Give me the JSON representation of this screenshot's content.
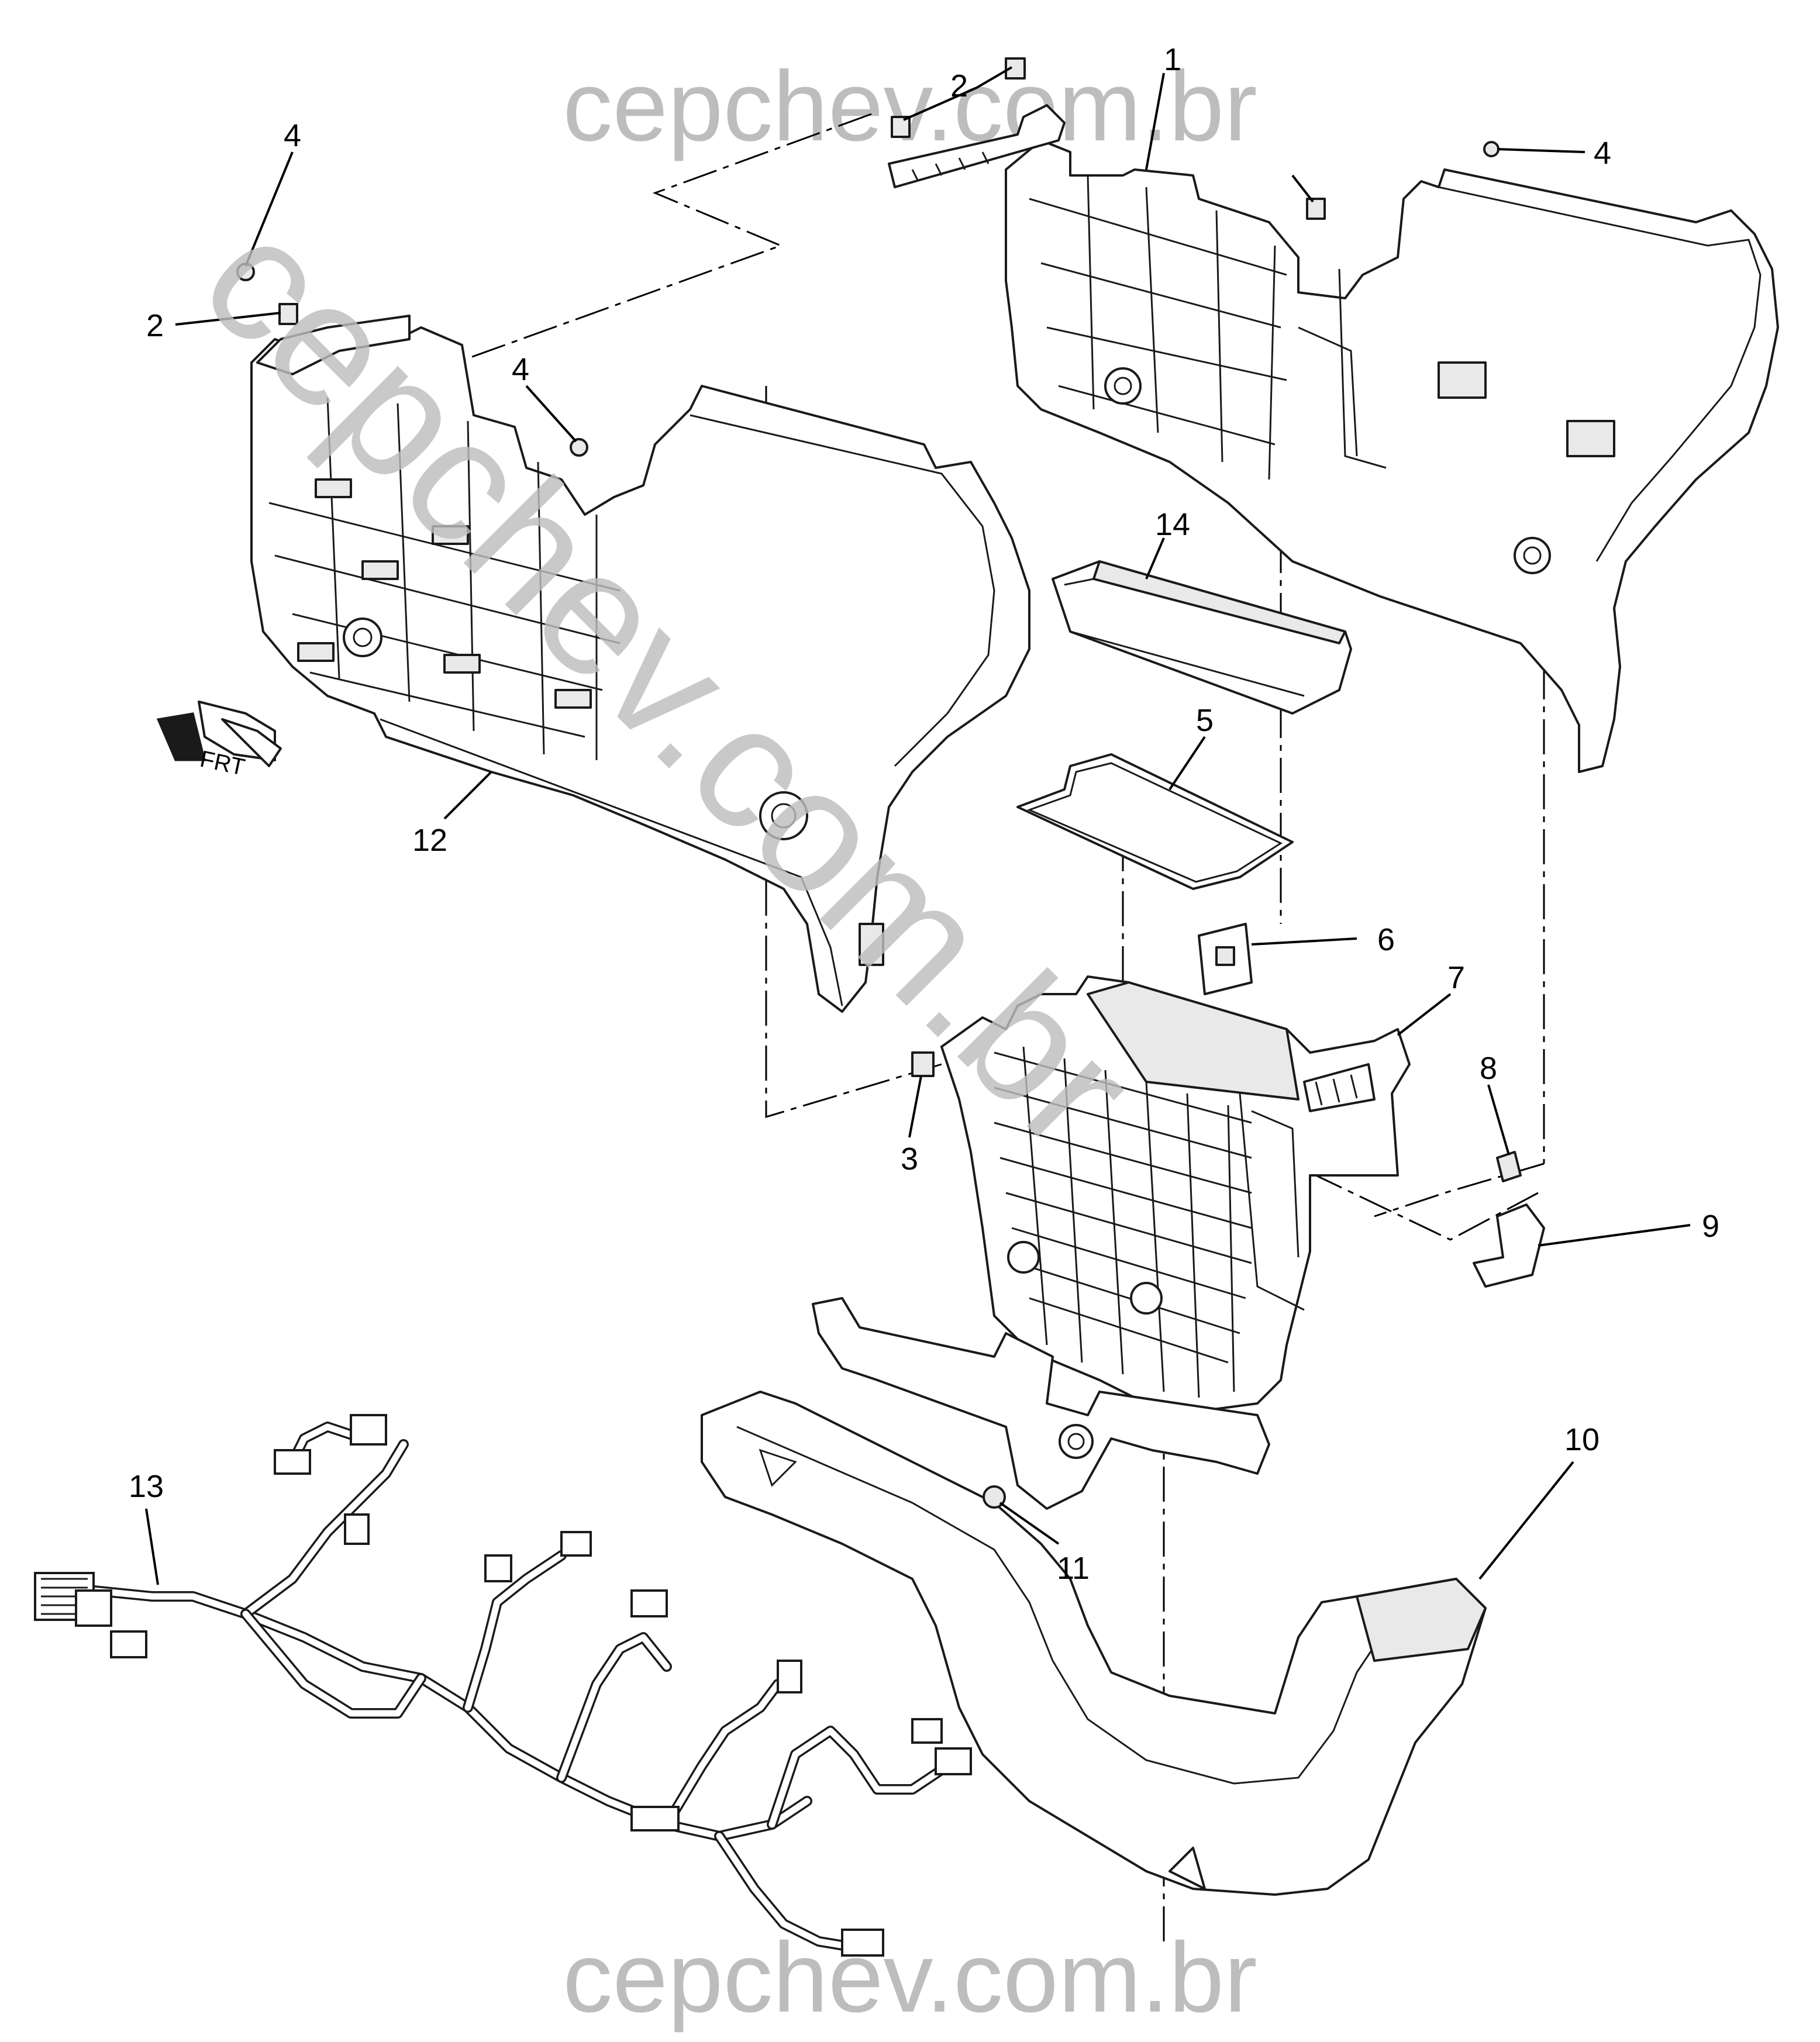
{
  "watermark": {
    "top": "cepchev.com.br",
    "diagonal": "cepchev.com.br",
    "bottom": "cepchev.com.br"
  },
  "orientation": {
    "label": "FRT"
  },
  "callouts": [
    {
      "id": "c1",
      "label": "1"
    },
    {
      "id": "c2a",
      "label": "2"
    },
    {
      "id": "c2b",
      "label": "2"
    },
    {
      "id": "c4a",
      "label": "4"
    },
    {
      "id": "c4b",
      "label": "4"
    },
    {
      "id": "c4c",
      "label": "4"
    },
    {
      "id": "c14",
      "label": "14"
    },
    {
      "id": "c5",
      "label": "5"
    },
    {
      "id": "c6",
      "label": "6"
    },
    {
      "id": "c7",
      "label": "7"
    },
    {
      "id": "c8",
      "label": "8"
    },
    {
      "id": "c9",
      "label": "9"
    },
    {
      "id": "c3",
      "label": "3"
    },
    {
      "id": "c12",
      "label": "12"
    },
    {
      "id": "c10",
      "label": "10"
    },
    {
      "id": "c11",
      "label": "11"
    },
    {
      "id": "c13",
      "label": "13"
    }
  ]
}
